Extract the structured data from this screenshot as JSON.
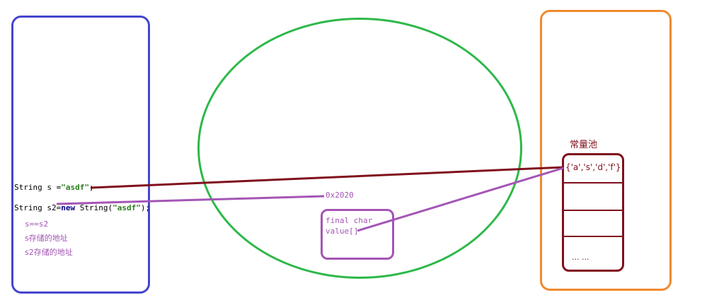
{
  "stack": {
    "line1": {
      "type": "String s =",
      "literal": "\"asdf\"",
      "end": ";"
    },
    "line2": {
      "type": "String s2=",
      "keyword": "new",
      "ctor": " String(",
      "literal": "\"asdf\"",
      "end": ");"
    },
    "notes": [
      "s==s2",
      "s存储的地址",
      "s2存储的地址"
    ]
  },
  "heap": {
    "address": "0x2020",
    "char_box": {
      "line1": "final char",
      "line2": "value[]"
    }
  },
  "pool": {
    "title": "常量池",
    "first_entry": "{'a','s','d','f'}",
    "last_entry": "... ..."
  },
  "colors": {
    "stack_border": "#4545d0",
    "heap_border": "#2eb84a",
    "pool_border": "#f08a2e",
    "table_border": "#80101c",
    "ref_s_arrow": "#80101c",
    "ref_s2_arrow": "#a455b5"
  }
}
